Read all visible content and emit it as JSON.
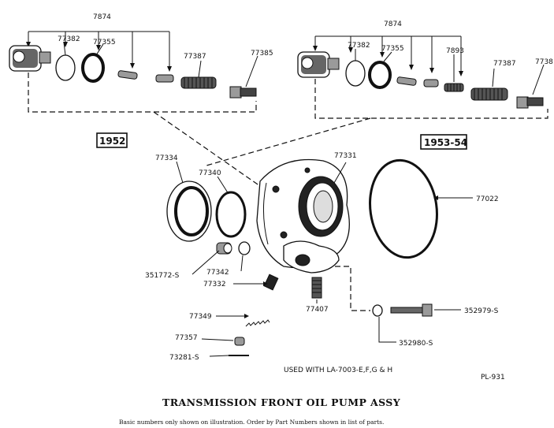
{
  "title": "TRANSMISSION FRONT OIL PUMP ASSY",
  "footnote": "Basic numbers only shown on illustration.  Order by Part Numbers shown in list of parts.",
  "plate_id": "PL-931",
  "usage_note": "USED WITH LA-7003-E,F,G & H",
  "year_labels": {
    "early": "1952",
    "late": "1953-54"
  },
  "top_left_group": {
    "bracket_label": "7874",
    "parts": [
      "77382",
      "77355",
      "77387",
      "77385"
    ]
  },
  "top_right_group": {
    "bracket_label": "7874",
    "parts": [
      "77382",
      "77355",
      "7893",
      "77387",
      "7738"
    ]
  },
  "main_parts": {
    "p77334": "77334",
    "p77340": "77340",
    "p77331": "77331",
    "p77022": "77022",
    "p351772": "351772-S",
    "p77342": "77342",
    "p77332": "77332",
    "p77349": "77349",
    "p77357": "77357",
    "p73281": "73281-S",
    "p77407": "77407",
    "p352979": "352979-S",
    "p352980": "352980-S"
  }
}
